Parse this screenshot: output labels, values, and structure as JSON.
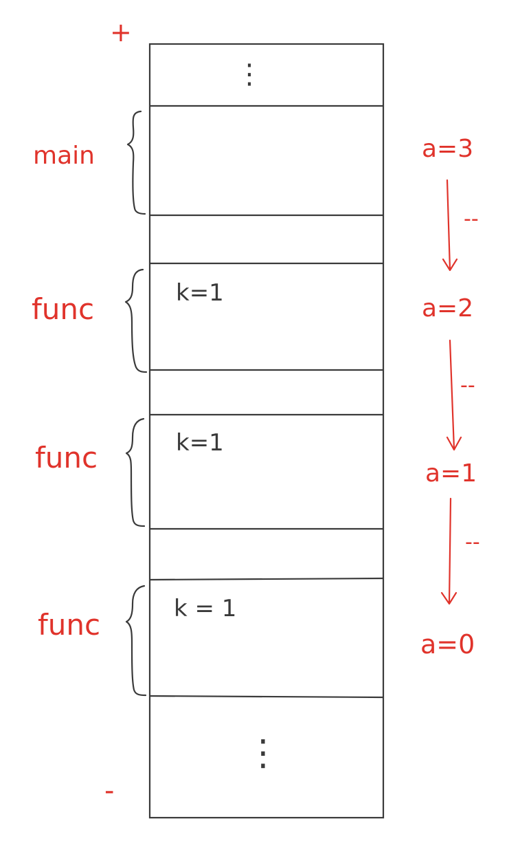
{
  "title": "",
  "colors": {
    "annotation": "#e0332b",
    "stack_lines": "#3a3a3a",
    "background": "#ffffff"
  },
  "stack": {
    "top_marker": "+",
    "bottom_marker": "-",
    "frames": [
      {
        "label": "main",
        "local": ""
      },
      {
        "label": "func",
        "local": "k=1"
      },
      {
        "label": "func",
        "local": "k=1"
      },
      {
        "label": "func",
        "local": "k = 1"
      }
    ],
    "ellipsis_top": "⋮",
    "ellipsis_bottom": "⋮"
  },
  "trace": {
    "values": [
      "a=3",
      "a=2",
      "a=1",
      "a=0"
    ],
    "steps": [
      "--",
      "--",
      "--"
    ]
  }
}
